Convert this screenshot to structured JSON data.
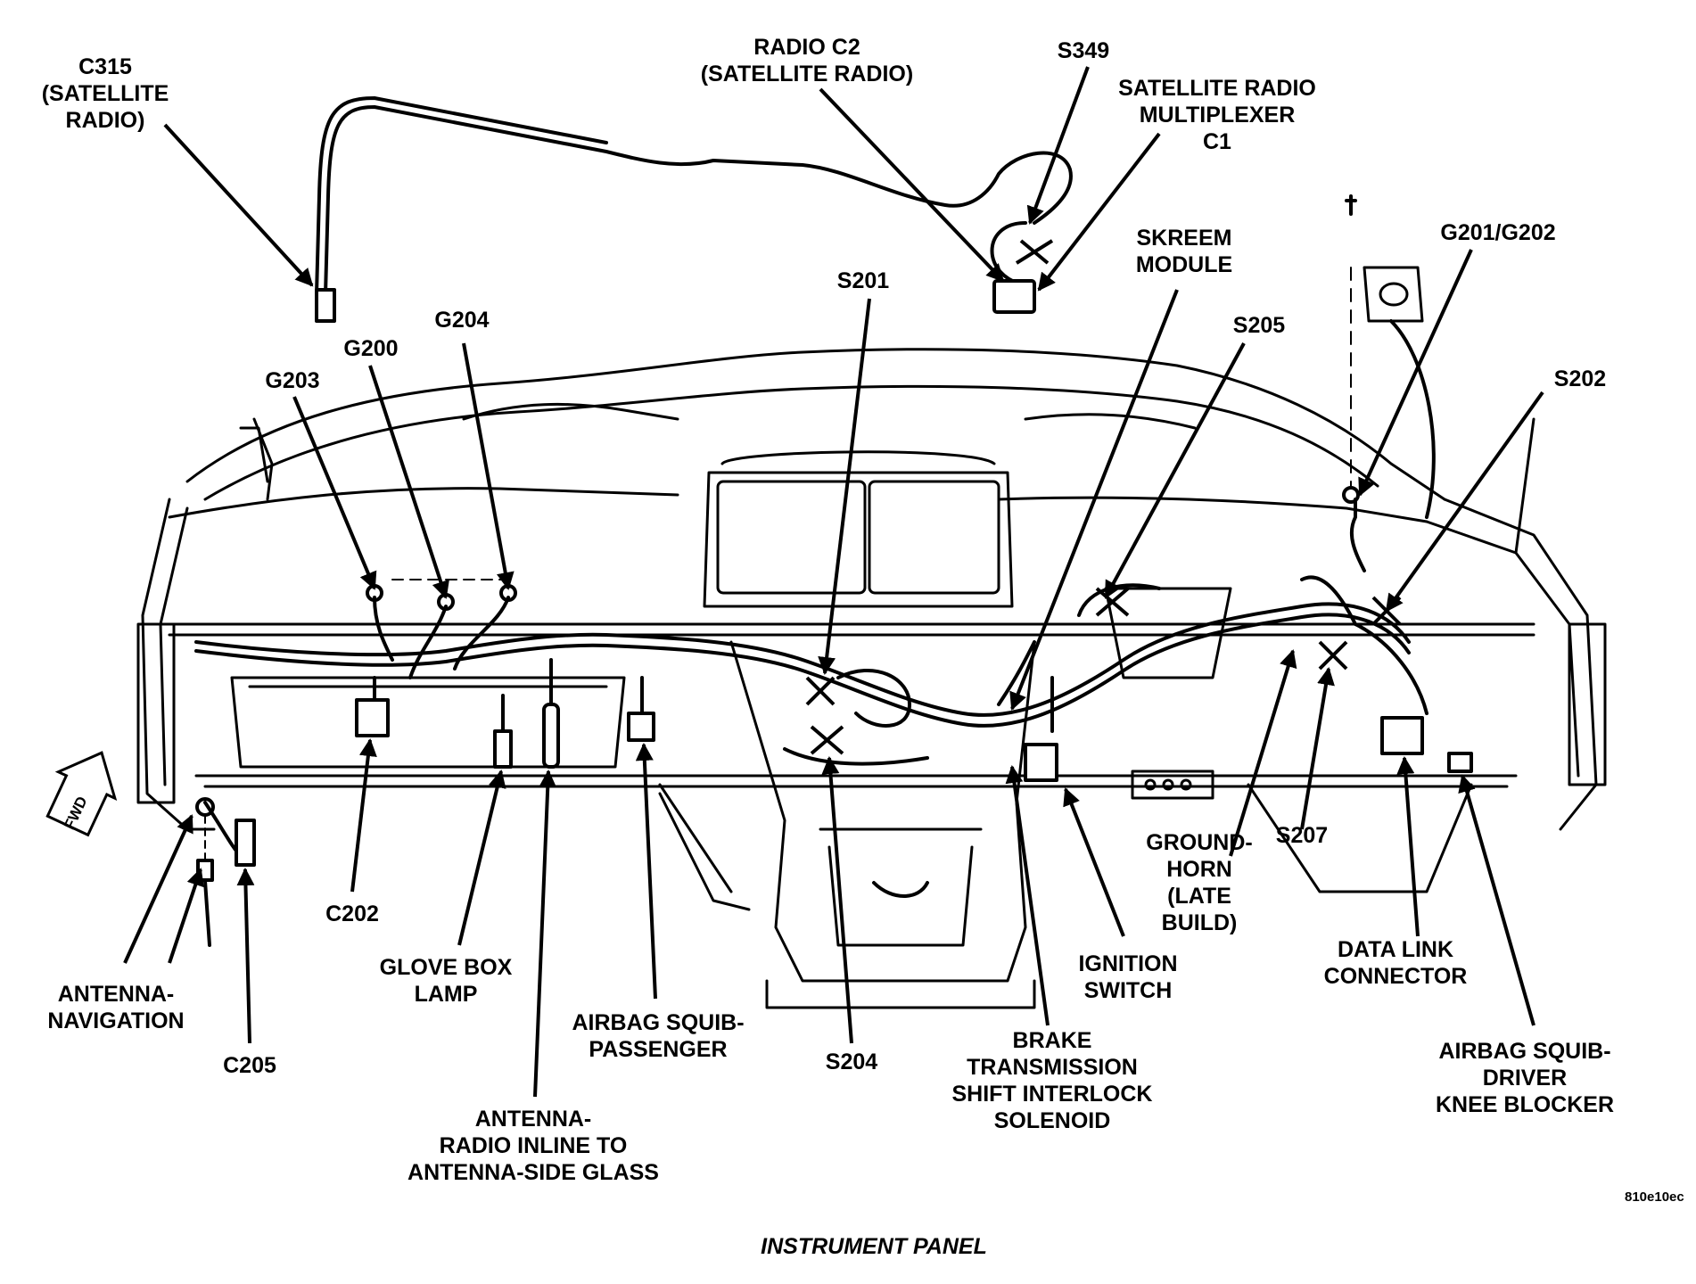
{
  "labels": {
    "c315": "C315\n(SATELLITE\nRADIO)",
    "radio_c2": "RADIO C2\n(SATELLITE RADIO)",
    "s349": "S349",
    "sat_mux": "SATELLITE RADIO\nMULTIPLEXER\nC1",
    "skreem": "SKREEM\nMODULE",
    "g201_g202": "G201/G202",
    "s201": "S201",
    "s205": "S205",
    "s202": "S202",
    "g204": "G204",
    "g200": "G200",
    "g203": "G203",
    "c202": "C202",
    "antenna_nav": "ANTENNA-\nNAVIGATION",
    "c205": "C205",
    "glove_box": "GLOVE BOX\nLAMP",
    "antenna_radio": "ANTENNA-\nRADIO INLINE TO\nANTENNA-SIDE GLASS",
    "airbag_pass": "AIRBAG SQUIB-\nPASSENGER",
    "s204": "S204",
    "brake": "BRAKE\nTRANSMISSION\nSHIFT INTERLOCK\nSOLENOID",
    "ignition": "IGNITION\nSWITCH",
    "ground_horn": "GROUND-\nHORN\n(LATE\nBUILD)",
    "s207": "S207",
    "data_link": "DATA LINK\nCONNECTOR",
    "airbag_driver": "AIRBAG SQUIB-\nDRIVER\nKNEE BLOCKER"
  },
  "fwd_marker": "FWD",
  "figure_code": "810e10ec",
  "caption": "INSTRUMENT PANEL"
}
